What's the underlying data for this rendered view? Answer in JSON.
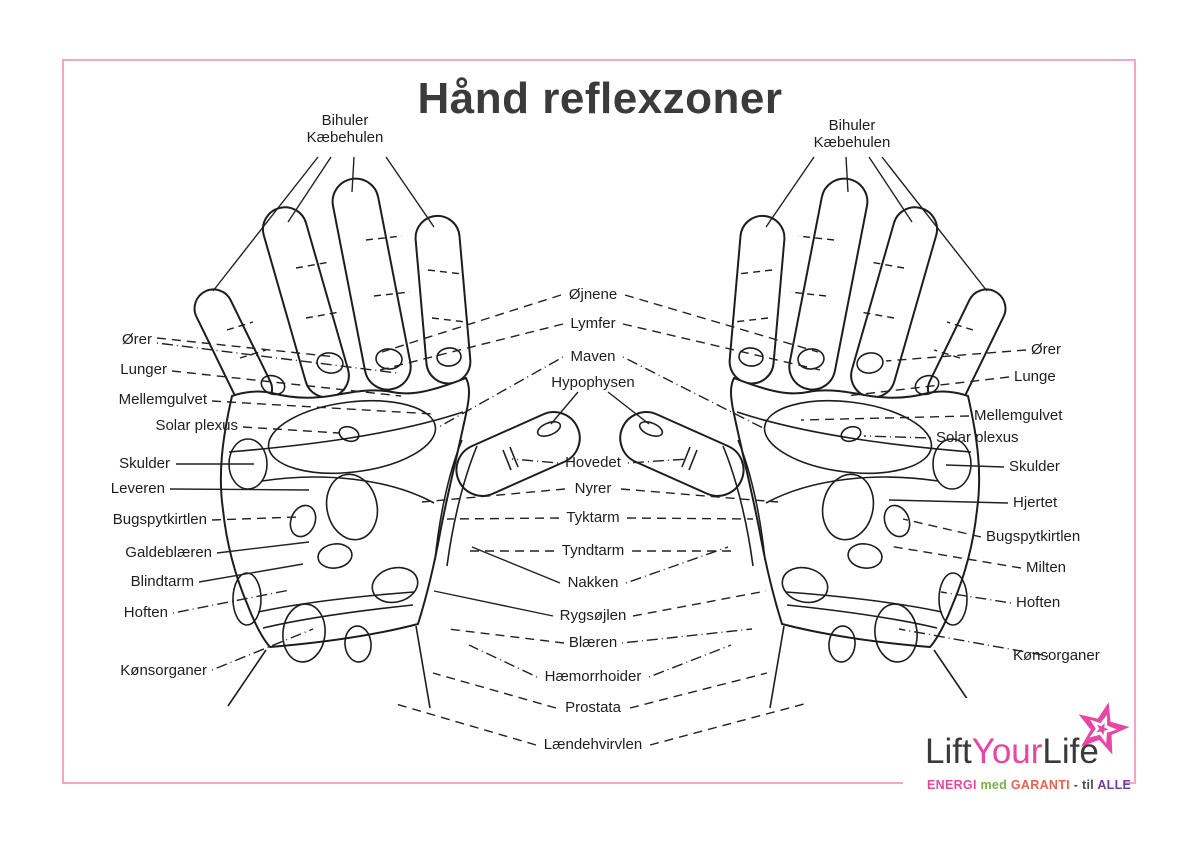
{
  "title": "Hånd reflexzoner",
  "labels": {
    "top_left": {
      "line1": "Bihuler",
      "line2": "Kæbehulen"
    },
    "top_right": {
      "line1": "Bihuler",
      "line2": "Kæbehulen"
    },
    "left": [
      "Ører",
      "Lunger",
      "Mellemgulvet",
      "Solar plexus",
      "Skulder",
      "Leveren",
      "Bugspytkirtlen",
      "Galdeblæren",
      "Blindtarm",
      "Hoften",
      "Kønsorganer"
    ],
    "center": [
      "Øjnene",
      "Lymfer",
      "Maven",
      "Hypophysen",
      "Hovedet",
      "Nyrer",
      "Tyktarm",
      "Tyndtarm",
      "Nakken",
      "Rygsøjlen",
      "Blæren",
      "Hæmorrhoider",
      "Prostata",
      "Lændehvirvlen"
    ],
    "right": [
      "Ører",
      "Lunge",
      "Mellemgulvet",
      "Solar plexus",
      "Skulder",
      "Hjertet",
      "Bugspytkirtlen",
      "Milten",
      "Hoften",
      "Kønsorganer"
    ]
  },
  "logo": {
    "brand": {
      "part1": "Lift",
      "part2": "Your",
      "part3": "Life"
    },
    "tagline": {
      "word1": "ENERGI",
      "word2": "med",
      "word3": "GARANTI",
      "word4": "-",
      "word5": "til",
      "word6": "ALLE"
    }
  },
  "icons": {
    "logo_star": "star-icon"
  },
  "colors": {
    "frame_pink": "#f3a6c5",
    "ink": "#1d1d1d",
    "title_color": "#3b3b3b",
    "brand_dark": "#3a3a3a",
    "brand_pink": "#e845a5",
    "tagline_pink": "#e8489c",
    "tagline_green": "#76b043",
    "tagline_orange": "#ef614e",
    "tagline_dark": "#4a4a4a",
    "tagline_purple": "#6b3fa8"
  }
}
